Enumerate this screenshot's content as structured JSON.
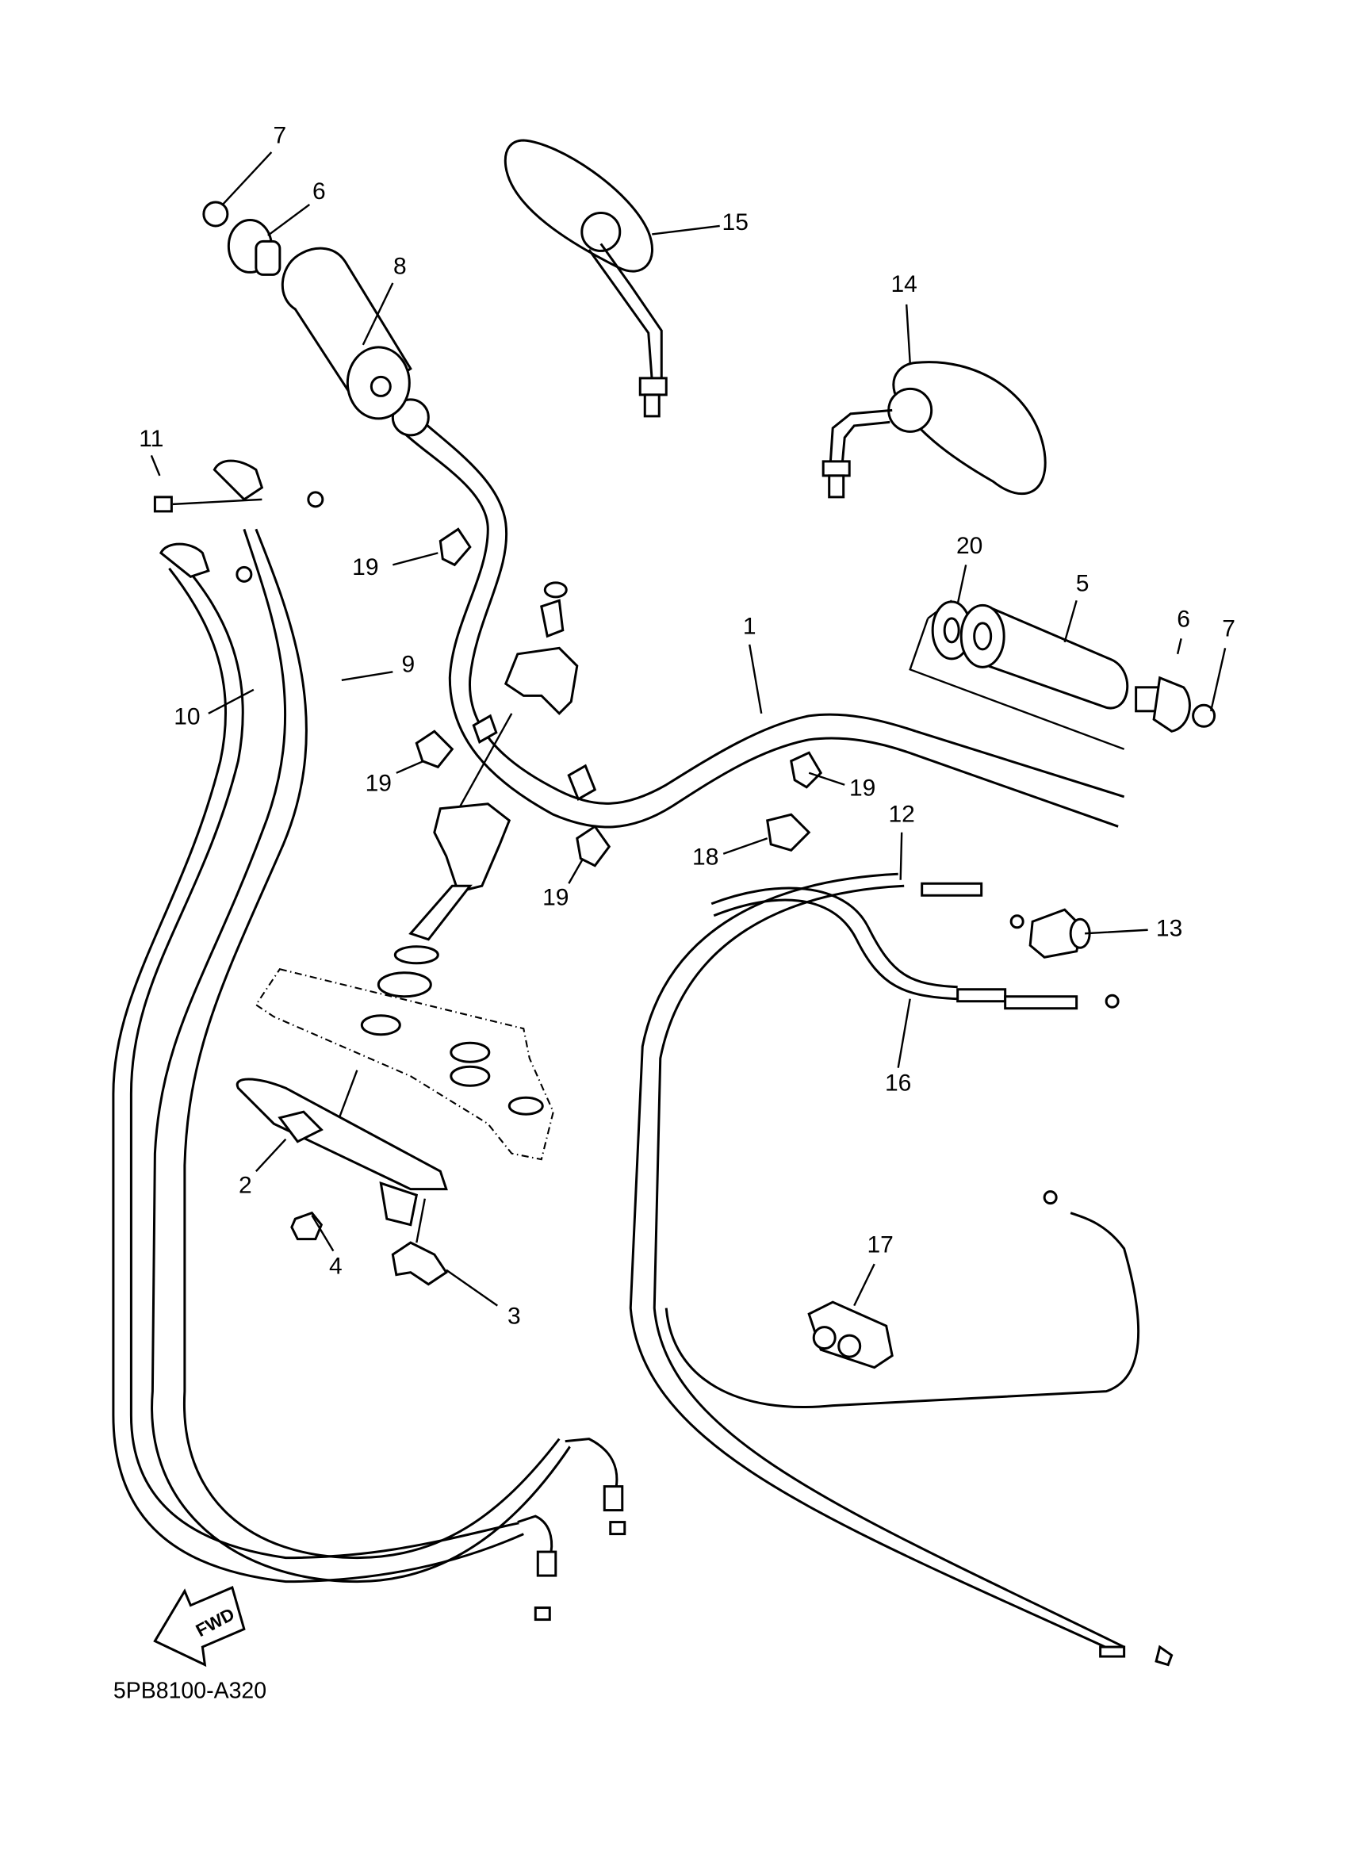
{
  "diagram_code": "5PB8100-A320",
  "direction_arrow": "FWD",
  "callouts": [
    {
      "id": "c7a",
      "label": "7"
    },
    {
      "id": "c6a",
      "label": "6"
    },
    {
      "id": "c8",
      "label": "8"
    },
    {
      "id": "c15",
      "label": "15"
    },
    {
      "id": "c14",
      "label": "14"
    },
    {
      "id": "c11",
      "label": "11"
    },
    {
      "id": "c19a",
      "label": "19"
    },
    {
      "id": "c20",
      "label": "20"
    },
    {
      "id": "c5",
      "label": "5"
    },
    {
      "id": "c6b",
      "label": "6"
    },
    {
      "id": "c7b",
      "label": "7"
    },
    {
      "id": "c1",
      "label": "1"
    },
    {
      "id": "c9",
      "label": "9"
    },
    {
      "id": "c10",
      "label": "10"
    },
    {
      "id": "c19b",
      "label": "19"
    },
    {
      "id": "c19c",
      "label": "19"
    },
    {
      "id": "c12",
      "label": "12"
    },
    {
      "id": "c18",
      "label": "18"
    },
    {
      "id": "c19d",
      "label": "19"
    },
    {
      "id": "c13",
      "label": "13"
    },
    {
      "id": "c16",
      "label": "16"
    },
    {
      "id": "c2",
      "label": "2"
    },
    {
      "id": "c4",
      "label": "4"
    },
    {
      "id": "c3",
      "label": "3"
    },
    {
      "id": "c17",
      "label": "17"
    }
  ]
}
